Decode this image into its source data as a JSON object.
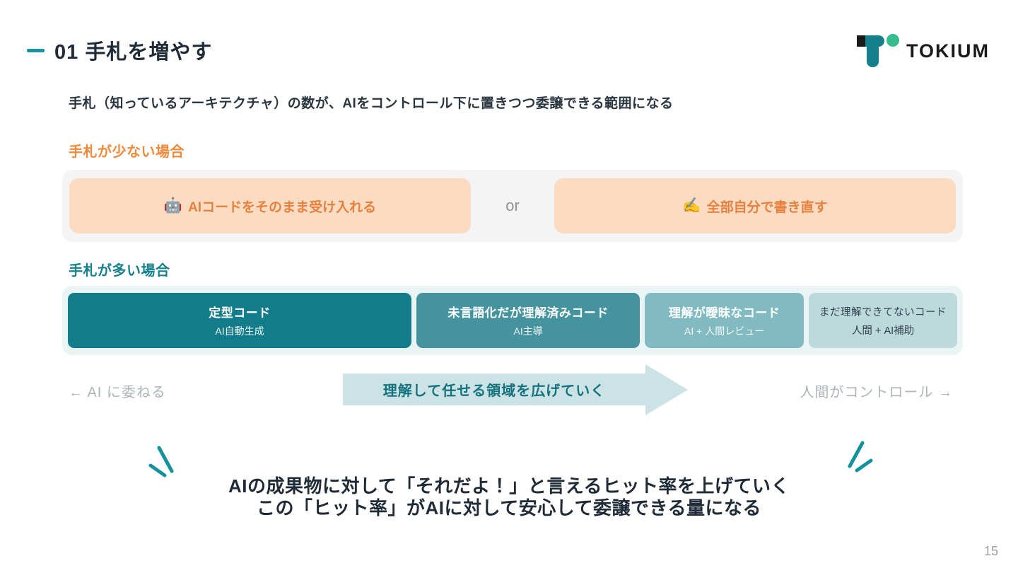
{
  "slide": {
    "title": "01 手札を増やす",
    "lead": "手札（知っているアーキテクチャ）の数が、AIをコントロール下に置きつつ委譲できる範囲になる",
    "page_number": "15"
  },
  "logo": {
    "text": "TOKIUM"
  },
  "few_cards_section": {
    "heading": "手札が少ない場合",
    "option_left": {
      "icon": "🤖",
      "label": "AIコードをそのまま受け入れる"
    },
    "or_label": "or",
    "option_right": {
      "icon": "✍️",
      "label": "全部自分で書き直す"
    }
  },
  "many_cards_section": {
    "heading": "手札が多い場合",
    "cards": [
      {
        "title": "定型コード",
        "subtitle": "AI自動生成"
      },
      {
        "title": "未言語化だが理解済みコード",
        "subtitle": "AI主導"
      },
      {
        "title": "理解が曖昧なコード",
        "subtitle": "AI + 人間レビュー"
      },
      {
        "title": "まだ理解できてないコード",
        "subtitle": "人間 + AI補助"
      }
    ]
  },
  "axis": {
    "left_label": "← AI に委ねる",
    "arrow_label": "理解して任せる領域を広げていく",
    "right_label": "人間がコントロール →"
  },
  "message": {
    "line1": "AIの成果物に対して「それだよ！」と言えるヒット率を上げていく",
    "line2": "この「ヒット率」がAIに対して安心して委譲できる量になる"
  },
  "colors": {
    "brand_teal": "#14808e",
    "brand_green": "#35bd8d",
    "accent_orange": "#f18a3b",
    "peach_card_bg": "#fbdcc3",
    "panel_gray": "#f4f4f5",
    "panel_ice": "#ebf4f5",
    "card_teal_1": "#137c8b",
    "card_teal_2": "#45939e",
    "card_teal_3": "#82bac2",
    "card_teal_4": "#bcd9dc",
    "arrow_bg": "#cce3e6",
    "arrow_text": "#14727e",
    "muted_gray": "#adb4b8",
    "dark_text": "#1f2b36"
  }
}
